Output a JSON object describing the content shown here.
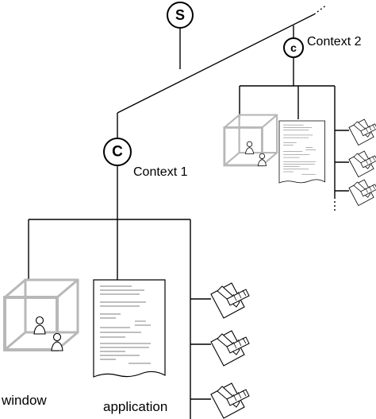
{
  "nodes": {
    "server": {
      "letter": "S"
    },
    "context1": {
      "letter": "C",
      "label": "Context 1"
    },
    "context2": {
      "letter": "c",
      "label": "Context 2"
    }
  },
  "leaves": {
    "window": {
      "label": "window"
    },
    "application": {
      "label": "application"
    }
  },
  "icons": [
    "cube-window-icon",
    "document-icon",
    "pen-card-icon",
    "person-icon"
  ]
}
